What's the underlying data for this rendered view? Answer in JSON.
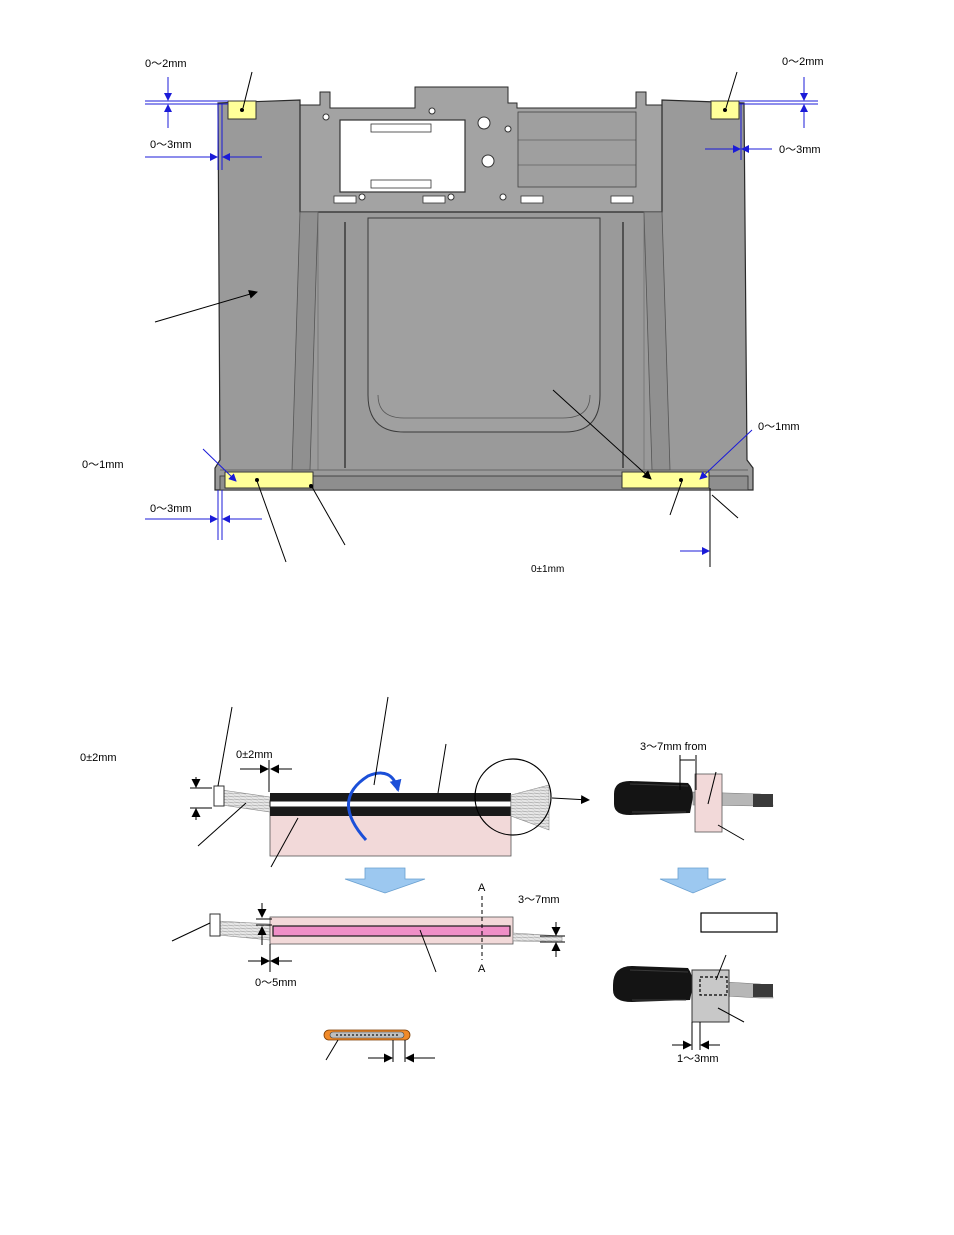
{
  "top_view": {
    "dims": {
      "top_left_vertical": "0～2mm",
      "top_left_horizontal": "0～3mm",
      "top_right_vertical": "0～2mm",
      "top_right_horizontal": "0～3mm",
      "bottom_left_vertical": "0～1mm",
      "bottom_left_horizontal": "0～3mm",
      "bottom_right_vertical": "0～1mm",
      "bottom_center": "0±1mm"
    }
  },
  "cable_steps": {
    "dims": {
      "connector_offset": "0±2mm",
      "left_margin": "0±2mm",
      "tape_tail": "3～7mm",
      "cable_gap": "0～5mm",
      "section_mark": "A",
      "from_label": "3～7mm from",
      "overhang": "1～3mm"
    },
    "blank_box": ""
  },
  "colors": {
    "panel": "#9a9a9a",
    "tape_yellow": "#ffff99",
    "pink_sheet": "#f2d9d9",
    "magenta_strip": "#ef8fc7",
    "dimension_blue": "#1b1bd8",
    "arrow_fill": "#9cc8f0",
    "rotate_arrow": "#1b4fd8"
  }
}
